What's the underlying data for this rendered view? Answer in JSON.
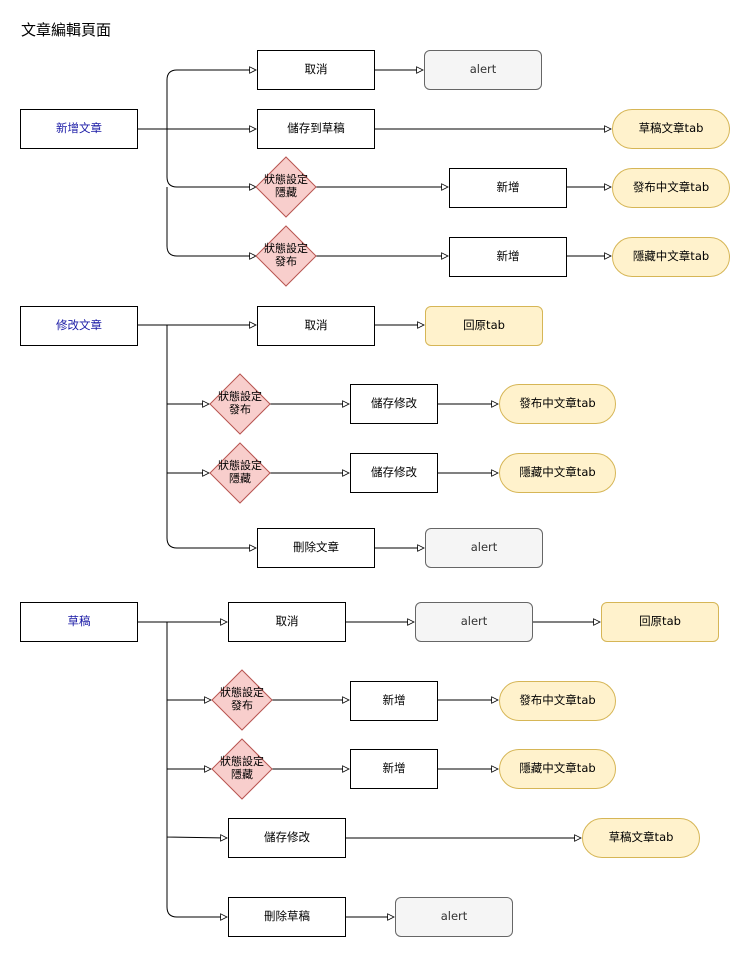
{
  "page_title": "文章編輯頁面",
  "labels": {
    "add_article": "新增文章",
    "edit_article": "修改文章",
    "draft": "草稿",
    "cancel": "取消",
    "alert": "alert",
    "save_to_draft": "儲存到草稿",
    "draft_tab": "草稿文章tab",
    "status_hidden": "狀態設定\n隱藏",
    "status_publish": "狀態設定\n發布",
    "add": "新增",
    "publishing_tab": "發布中文章tab",
    "hidden_tab": "隱藏中文章tab",
    "restore_tab": "回原tab",
    "save_edit": "儲存修改",
    "delete_article": "刪除文章",
    "delete_draft": "刪除草稿"
  }
}
